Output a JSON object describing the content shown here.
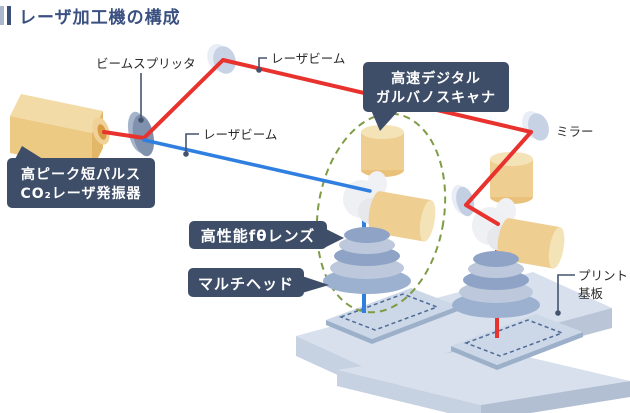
{
  "title": "レーザ加工機の構成",
  "colors": {
    "accent_navy": "#3e4e68",
    "title_navy": "#3a5080",
    "beam_red": "#e8322e",
    "beam_blue": "#2f7fe0",
    "cylinder_tan": "#efce92",
    "scan_area_green": "#7e9c45",
    "platform_blue": "#d7e0ec"
  },
  "callouts": {
    "oscillator": {
      "line1": "高ピーク短パルス",
      "line2": "CO₂レーザ発振器"
    },
    "galvano": {
      "line1": "高速デジタル",
      "line2": "ガルバノスキャナ"
    },
    "ftheta_lens": {
      "label": "高性能fθレンズ"
    },
    "multihead": {
      "label": "マルチヘッド"
    }
  },
  "labels": {
    "beam_splitter": "ビームスプリッタ",
    "laser_beam_red": "レーザビーム",
    "laser_beam_blue": "レーザビーム",
    "mirror": "ミラー",
    "pcb_line1": "プリント",
    "pcb_line2": "基板"
  }
}
